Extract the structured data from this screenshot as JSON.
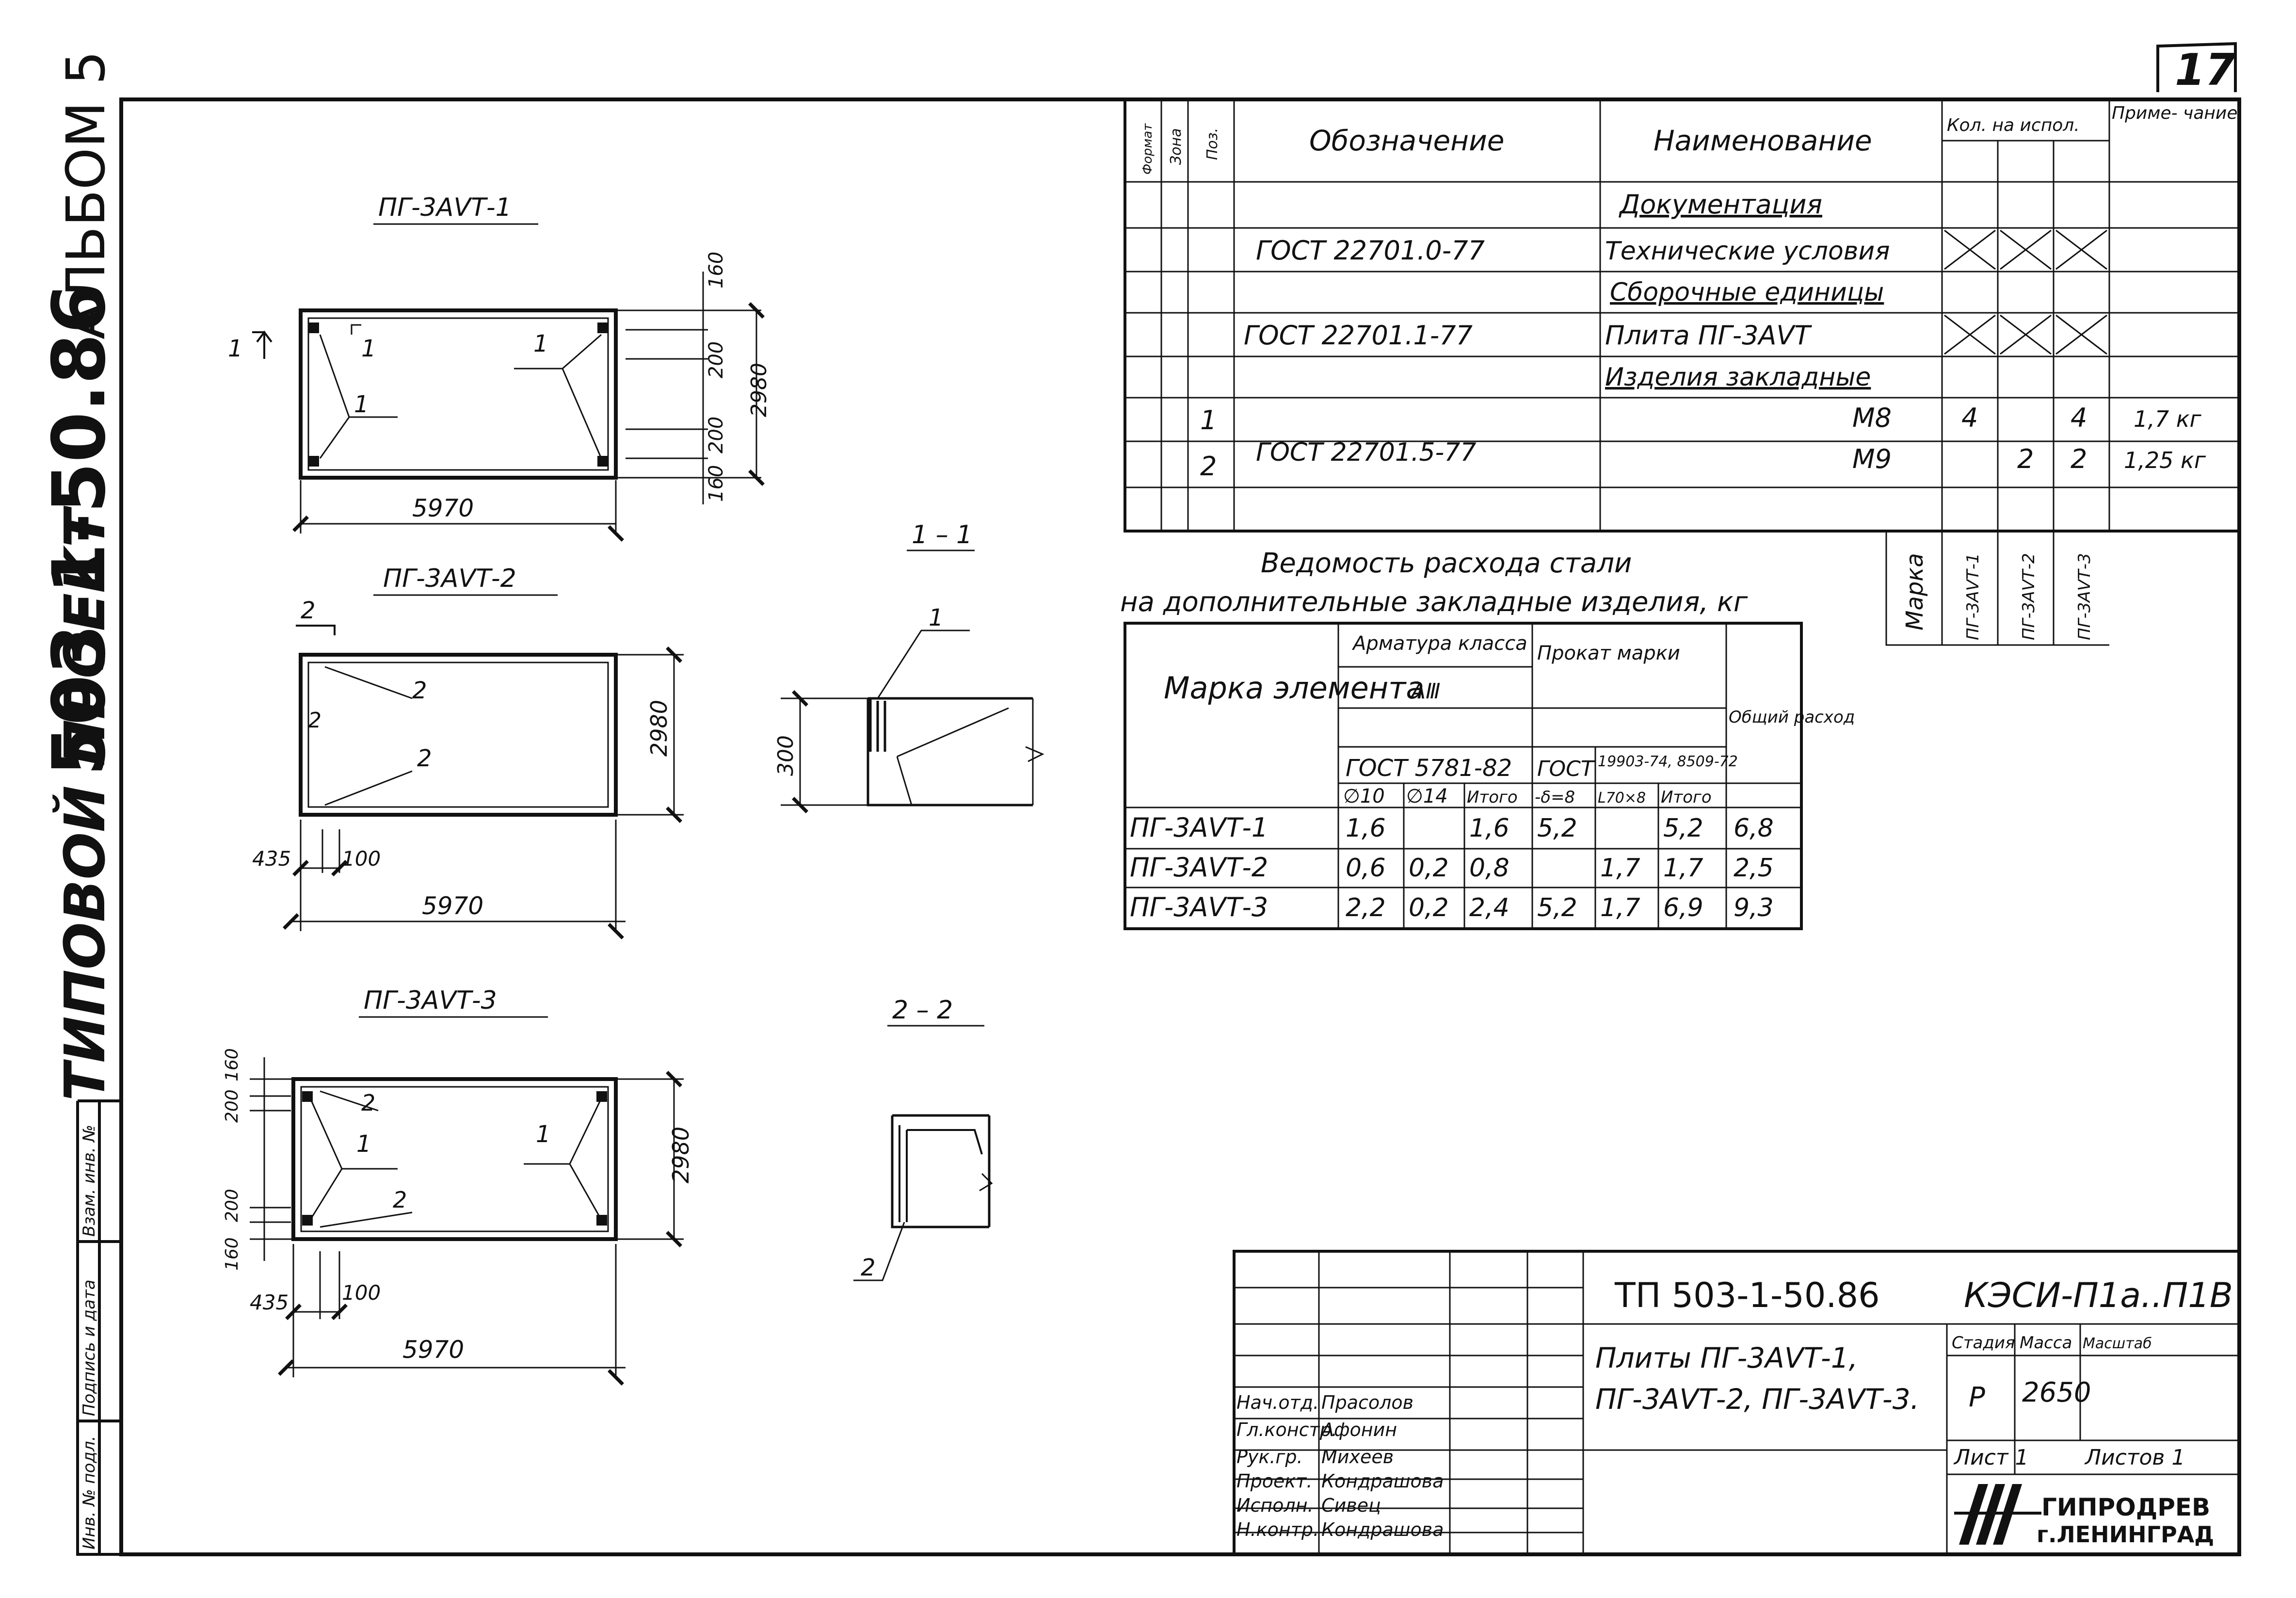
{
  "sheet": {
    "page_number": "17",
    "album": "АЛЬБОМ 5",
    "series": "503-1-50.86",
    "project_type": "ТИПОВОЙ ПРОЕКТ",
    "margin_labels": [
      "Инв. № подл.",
      "Подпись и дата",
      "Взам. инв. №"
    ]
  },
  "plates": [
    {
      "title": "ПГ-3АⅤТ-1",
      "length": "5970",
      "width": "2980",
      "dims_right": [
        "160",
        "200",
        "200",
        "160"
      ],
      "markers": [
        "1",
        "1",
        "1",
        "1"
      ],
      "section": "1"
    },
    {
      "title": "ПГ-3АⅤТ-2",
      "length": "5970",
      "width": "2980",
      "dims_bottom": [
        "435",
        "100"
      ],
      "markers": [
        "2",
        "2",
        "2"
      ],
      "section": "2"
    },
    {
      "title": "ПГ-3АⅤТ-3",
      "length": "5970",
      "width": "2980",
      "dims_left": [
        "160",
        "200",
        "200",
        "160"
      ],
      "dims_bottom": [
        "435",
        "100"
      ],
      "markers": [
        "2",
        "1",
        "1",
        "2"
      ]
    }
  ],
  "sections": [
    {
      "title": "1 – 1",
      "dim": "300",
      "marker": "1"
    },
    {
      "title": "2 – 2",
      "marker": "2"
    }
  ],
  "spec_table": {
    "headers": [
      "Формат",
      "Зона",
      "Поз.",
      "Обозначение",
      "Наименование",
      "Кол. на испол.",
      "Приме- чание"
    ],
    "rows": [
      {
        "pos": "",
        "designation": "",
        "name": "Документация",
        "q1": "",
        "q2": "",
        "q3": "",
        "note": "",
        "underline": true
      },
      {
        "pos": "",
        "designation": "ГОСТ 22701.0-77",
        "name": "Технические условия",
        "cross": true
      },
      {
        "pos": "",
        "designation": "",
        "name": "Сборочные единицы",
        "underline": true
      },
      {
        "pos": "",
        "designation": "ГОСТ 22701.1-77",
        "name": "Плита ПГ-3АⅤТ",
        "cross": true
      },
      {
        "pos": "",
        "designation": "",
        "name": "Изделия закладные",
        "underline": true
      },
      {
        "pos": "1",
        "designation": "ГОСТ 22701.5-77",
        "name": "М8",
        "q1": "4",
        "q2": "",
        "q3": "4",
        "note": "1,7 кг"
      },
      {
        "pos": "2",
        "designation": "",
        "name": "М9",
        "q1": "",
        "q2": "2",
        "q3": "2",
        "note": "1,25 кг"
      }
    ],
    "marka_label": "Марка",
    "marka_columns": [
      "ПГ-3АⅤТ-1",
      "ПГ-3АⅤТ-2",
      "ПГ-3АⅤТ-3"
    ]
  },
  "steel_table": {
    "caption_line1": "Ведомость расхода стали",
    "caption_line2": "на дополнительные закладные изделия, кг",
    "head_element": "Марка элемента",
    "head_armature": "Арматура класса",
    "head_class": "АⅢ",
    "head_gost_arm": "ГОСТ 5781-82",
    "head_prokat": "Прокат марки",
    "head_gost_prokat_a": "ГОСТ",
    "head_gost_prokat_b": "19903-74, 8509-72",
    "head_total": "Общий расход",
    "sub_heads": [
      "∅10",
      "∅14",
      "Итого",
      "-δ=8",
      "L70×8",
      "Итого"
    ],
    "rows": [
      [
        "ПГ-3АⅤТ-1",
        "1,6",
        "",
        "1,6",
        "5,2",
        "",
        "5,2",
        "6,8"
      ],
      [
        "ПГ-3АⅤТ-2",
        "0,6",
        "0,2",
        "0,8",
        "",
        "1,7",
        "1,7",
        "2,5"
      ],
      [
        "ПГ-3АⅤТ-3",
        "2,2",
        "0,2",
        "2,4",
        "5,2",
        "1,7",
        "6,9",
        "9,3"
      ]
    ]
  },
  "title_block": {
    "code": "ТП 503-1-50.86",
    "doc_code": "КЭСИ-П1а..П1В",
    "title_line1": "Плиты ПГ-3АⅤТ-1,",
    "title_line2": "ПГ-3АⅤТ-2, ПГ-3АⅤТ-3.",
    "stage_label": "Стадия",
    "mass_label": "Масса",
    "scale_label": "Масштаб",
    "stage": "Р",
    "mass": "2650",
    "sheet_label": "Лист 1",
    "sheets_label": "Листов 1",
    "org_line1": "ГИПРОДРЕВ",
    "org_line2": "г.ЛЕНИНГРАД",
    "roles": [
      {
        "role": "Нач.отд.",
        "name": "Прасолов"
      },
      {
        "role": "Гл.констр.",
        "name": "Афонин"
      },
      {
        "role": "Рук.гр.",
        "name": "Михеев"
      },
      {
        "role": "Проект.",
        "name": "Кондрашова"
      },
      {
        "role": "Исполн.",
        "name": "Сивец"
      },
      {
        "role": "Н.контр.",
        "name": "Кондрашова"
      }
    ]
  }
}
